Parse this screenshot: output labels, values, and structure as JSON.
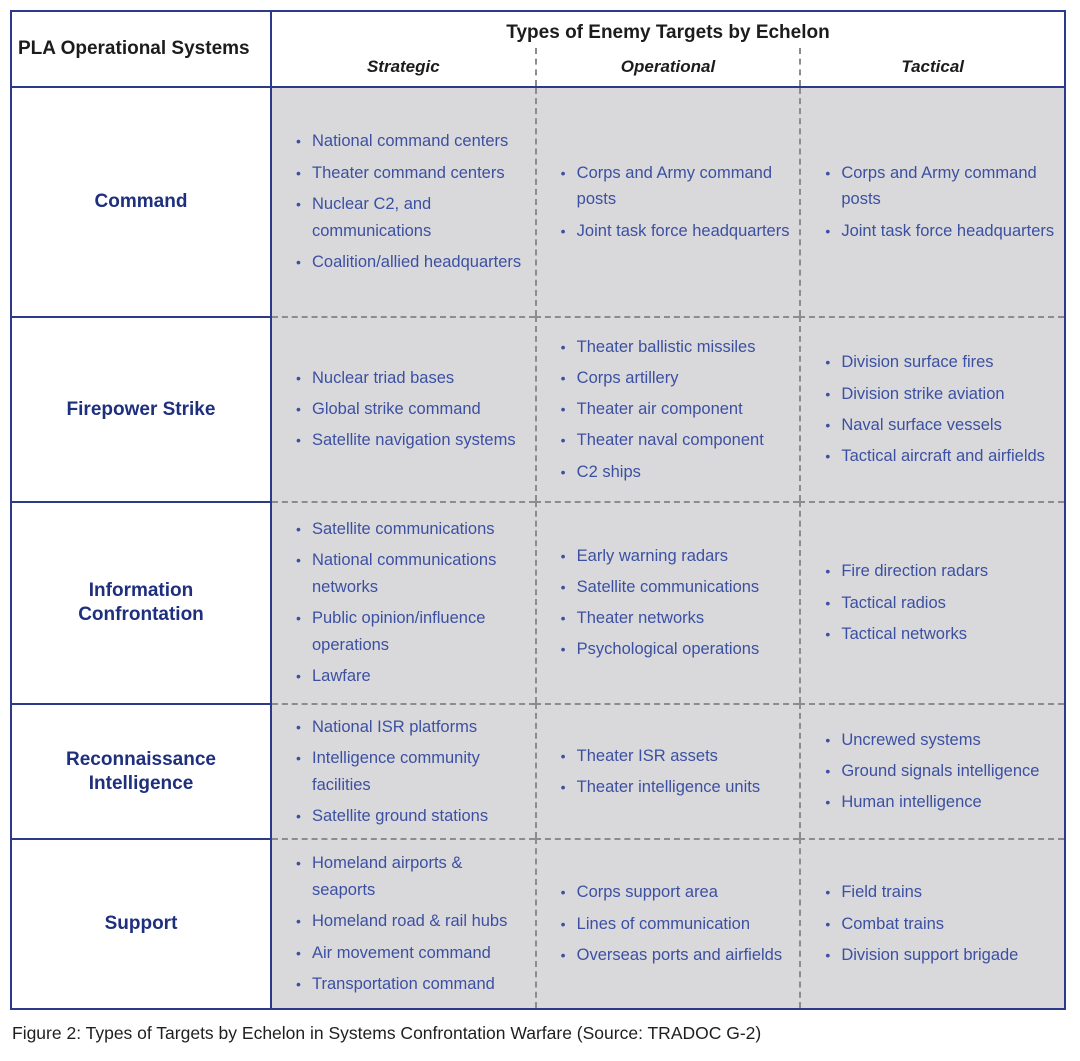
{
  "table": {
    "header": {
      "col1": "PLA Operational Systems",
      "group_title": "Types of Enemy Targets by Echelon",
      "echelons": [
        "Strategic",
        "Operational",
        "Tactical"
      ]
    },
    "rows": [
      {
        "system": "Command",
        "strategic": [
          "National command centers",
          "Theater command centers",
          "Nuclear C2, and communications",
          "Coalition/allied headquarters"
        ],
        "operational": [
          "Corps and Army command posts",
          "Joint task force headquarters"
        ],
        "tactical": [
          "Corps and Army command posts",
          "Joint task force headquarters"
        ]
      },
      {
        "system": "Firepower Strike",
        "strategic": [
          "Nuclear triad bases",
          "Global strike command",
          "Satellite navigation systems"
        ],
        "operational": [
          "Theater ballistic missiles",
          "Corps artillery",
          "Theater air component",
          "Theater naval component",
          "C2 ships"
        ],
        "tactical": [
          "Division surface fires",
          "Division strike aviation",
          "Naval surface vessels",
          "Tactical aircraft and airfields"
        ]
      },
      {
        "system": "Information Confrontation",
        "strategic": [
          "Satellite communications",
          "National communications networks",
          "Public opinion/influence operations",
          "Lawfare"
        ],
        "operational": [
          "Early warning radars",
          "Satellite communications",
          "Theater networks",
          "Psychological operations"
        ],
        "tactical": [
          "Fire direction radars",
          "Tactical radios",
          "Tactical networks"
        ]
      },
      {
        "system": "Reconnaissance Intelligence",
        "strategic": [
          "National ISR platforms",
          "Intelligence community facilities",
          "Satellite ground stations"
        ],
        "operational": [
          "Theater ISR assets",
          "Theater intelligence units"
        ],
        "tactical": [
          "Uncrewed systems",
          "Ground signals intelligence",
          "Human intelligence"
        ]
      },
      {
        "system": "Support",
        "strategic": [
          "Homeland airports & seaports",
          "Homeland road & rail hubs",
          "Air movement command",
          "Transportation command"
        ],
        "operational": [
          "Corps support area",
          "Lines of communication",
          "Overseas ports and airfields"
        ],
        "tactical": [
          "Field trains",
          "Combat trains",
          "Division support brigade"
        ]
      }
    ]
  },
  "caption": "Figure 2: Types of Targets by Echelon in Systems Confrontation Warfare (Source: TRADOC G-2)",
  "colors": {
    "border_navy": "#2d3a8c",
    "label_navy": "#1e2f7e",
    "bullet_blue": "#3c50a2",
    "cell_gray": "#d9d9db",
    "dash_gray": "#8c8c8c"
  }
}
